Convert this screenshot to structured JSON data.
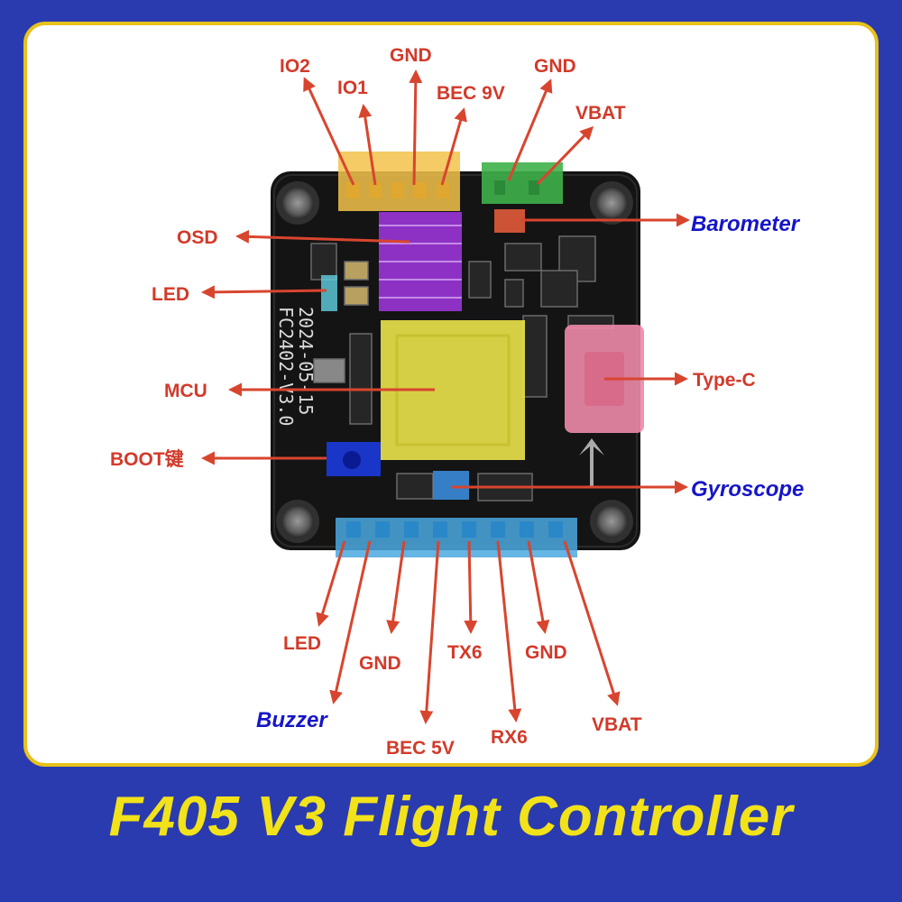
{
  "title": "F405 V3 Flight Controller",
  "board": {
    "silkscreen_line1": "FC2402-V3.0",
    "silkscreen_line2": "2024-05-15"
  },
  "labels": {
    "io2": "IO2",
    "io1": "IO1",
    "gnd_top": "GND",
    "bec9v": "BEC 9V",
    "gnd_top_right": "GND",
    "vbat_top": "VBAT",
    "barometer": "Barometer",
    "osd": "OSD",
    "led_left": "LED",
    "mcu": "MCU",
    "type_c": "Type-C",
    "boot": "BOOT键",
    "gyroscope": "Gyroscope",
    "led_bottom": "LED",
    "gnd_bottom_1": "GND",
    "tx6": "TX6",
    "gnd_bottom_2": "GND",
    "buzzer": "Buzzer",
    "bec5v": "BEC 5V",
    "rx6": "RX6",
    "vbat_bottom": "VBAT"
  },
  "colors": {
    "frame": "#2a3bb0",
    "border": "#e8c21a",
    "title": "#f2e21a",
    "arrow": "#d8452e",
    "label_red": "#d23a2a",
    "label_blue": "#1515c8",
    "mcu_highlight": "#e6e04a",
    "osd_highlight": "#9a34d8",
    "connector_top_left": "#f2c24a",
    "connector_top_right": "#3fb04a",
    "connector_bottom": "#4aa8e0",
    "usb_highlight": "#ee8aa8",
    "boot_button": "#1a3ad8",
    "gyro_highlight": "#3a8ad8",
    "barometer_highlight": "#e05a3a"
  }
}
